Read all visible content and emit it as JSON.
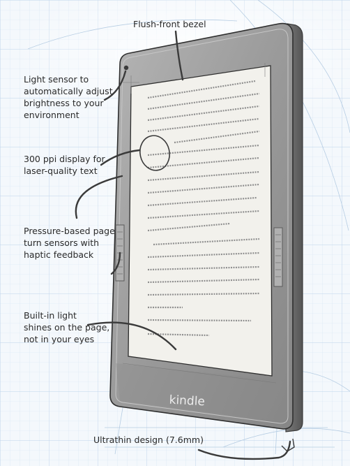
{
  "callouts": {
    "bezel": {
      "lines": [
        "Flush-front bezel"
      ]
    },
    "light_sensor": {
      "lines": [
        "Light sensor to",
        "automatically adjust",
        "brightness to your",
        "environment"
      ]
    },
    "display": {
      "lines": [
        "300 ppi display for",
        "laser-quality text"
      ]
    },
    "pressure": {
      "lines": [
        "Pressure-based page",
        "turn sensors with",
        "haptic feedback"
      ]
    },
    "builtin_light": {
      "lines": [
        "Built-in light",
        "shines on the page,",
        "not in your eyes"
      ]
    },
    "ultrathin": {
      "lines": [
        "Ultrathin design (7.6mm)"
      ]
    }
  },
  "device": {
    "brand_logo": "kindle"
  },
  "colors": {
    "grid": "#c9dcef",
    "bezel": "#9c9c9c",
    "bezel_dark": "#6a6a6a",
    "screen": "#f2f1ec",
    "leader_line": "#3a3a3a"
  }
}
